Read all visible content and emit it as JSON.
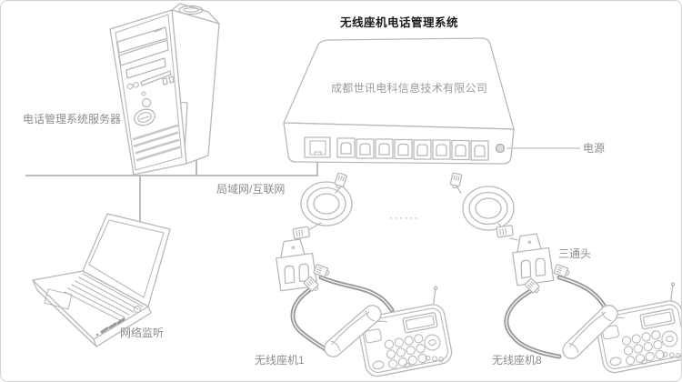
{
  "diagram": {
    "title": "无线座机电话管理系统",
    "device": {
      "company": "成都世讯电科信息技术有限公司",
      "power_label": "电源",
      "lan_port_count": 1,
      "phone_port_count": 8
    },
    "labels": {
      "server": "电话管理系统服务器",
      "lan": "局域网/互联网",
      "monitor": "网络监听",
      "splitter": "三通头",
      "phone_first": "无线座机1",
      "phone_last": "无线座机8",
      "ellipsis": "······"
    },
    "colors": {
      "line": "#b6b9bc",
      "bus": "#bdbdbd",
      "cord": "#9a9a9a",
      "text": "#8c8c8c",
      "title": "#1a1a1a",
      "company": "#9b9b9b",
      "border": "#d2d2d2",
      "bg": "#ffffff"
    }
  }
}
